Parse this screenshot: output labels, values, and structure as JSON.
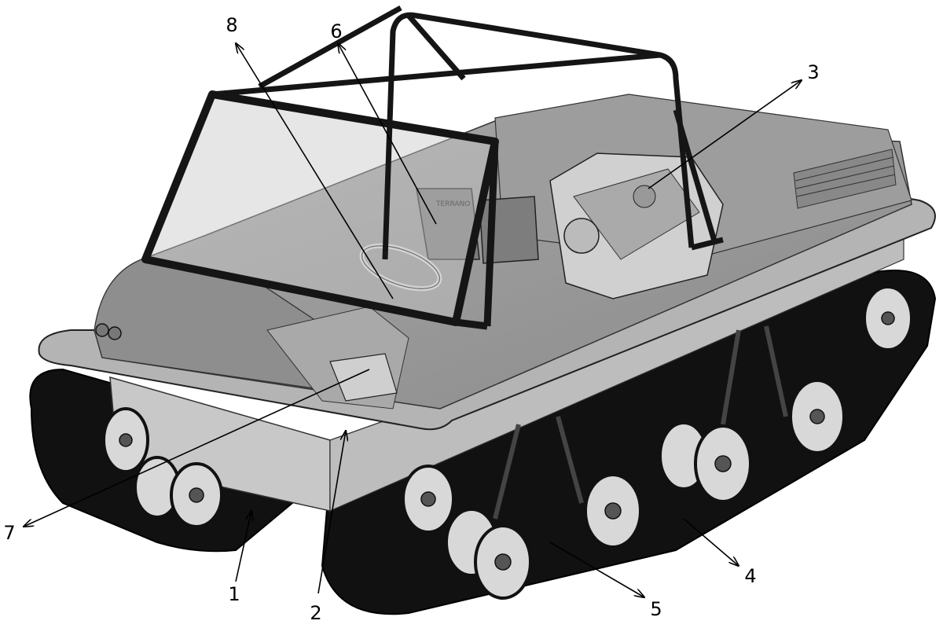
{
  "diagram": {
    "subject": "Tracked amphibious all-terrain vehicle, perspective view",
    "callouts": [
      {
        "id": "1",
        "text": "1"
      },
      {
        "id": "2",
        "text": "2"
      },
      {
        "id": "3",
        "text": "3"
      },
      {
        "id": "4",
        "text": "4"
      },
      {
        "id": "5",
        "text": "5"
      },
      {
        "id": "6",
        "text": "6"
      },
      {
        "id": "7",
        "text": "7"
      },
      {
        "id": "8",
        "text": "8"
      }
    ],
    "seat_badge": "TERRANO",
    "colors": {
      "track": "#101010",
      "hull": "#8c8c8c",
      "deck": "#9a9a9a",
      "rail": "#b8b8b8",
      "frame": "#151515",
      "wheel": "#d8d8d8"
    }
  }
}
